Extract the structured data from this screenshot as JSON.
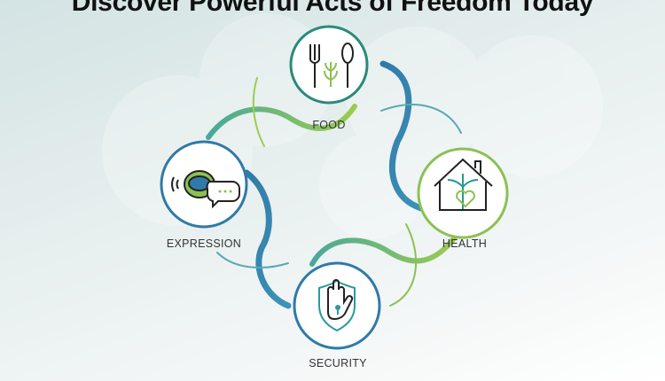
{
  "title": "Discover Powerful Acts of Freedom Today",
  "nodes": [
    {
      "label": "FOOD",
      "icon": "fork-wheat-spoon-icon"
    },
    {
      "label": "HEALTH",
      "icon": "house-caduceus-heart-icon"
    },
    {
      "label": "EXPRESSION",
      "icon": "mouth-speech-bubble-icon"
    },
    {
      "label": "SECURITY",
      "icon": "shield-hand-keyhole-icon"
    }
  ],
  "colors": {
    "blue": "#2f7aa8",
    "teal": "#2a8a7a",
    "green": "#8cc152",
    "text": "#333333"
  }
}
